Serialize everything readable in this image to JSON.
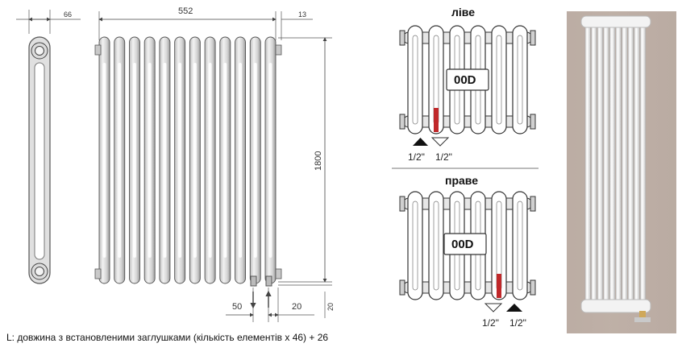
{
  "dimensions": {
    "side_depth": "66",
    "width": "552",
    "offset_right": "13",
    "height": "1800",
    "pipe_spacing": "50",
    "pipe_offset": "20",
    "bottom_offset": "20"
  },
  "connections": {
    "left": {
      "title": "ліве",
      "code": "00D",
      "inlet": "1/2\"",
      "outlet": "1/2\""
    },
    "right": {
      "title": "праве",
      "code": "00D",
      "inlet": "1/2\"",
      "outlet": "1/2\""
    }
  },
  "footnote": "L: довжина з встановленими заглушками (кількість елементів x 46) + 26",
  "colors": {
    "highlight": "#c0282a",
    "line": "#555555",
    "photo_bg": "#b9a99f"
  }
}
